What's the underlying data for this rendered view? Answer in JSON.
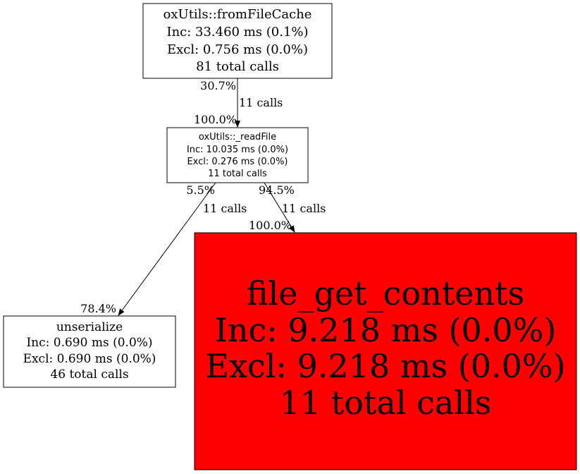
{
  "nodes": {
    "fromFileCache": {
      "name": "oxUtils::fromFileCache",
      "inc": "Inc: 33.460 ms (0.1%)",
      "excl": "Excl: 0.756 ms (0.0%)",
      "calls": "81 total calls",
      "fill": "#ffffff"
    },
    "readFile": {
      "name": "oxUtils::_readFile",
      "inc": "Inc: 10.035 ms (0.0%)",
      "excl": "Excl: 0.276 ms (0.0%)",
      "calls": "11 total calls",
      "fill": "#ffffff"
    },
    "unserialize": {
      "name": "unserialize",
      "inc": "Inc: 0.690 ms (0.0%)",
      "excl": "Excl: 0.690 ms (0.0%)",
      "calls": "46 total calls",
      "fill": "#ffffff"
    },
    "file_get_contents": {
      "name": "file_get_contents",
      "inc": "Inc: 9.218 ms (0.0%)",
      "excl": "Excl: 9.218 ms (0.0%)",
      "calls": "11 total calls",
      "fill": "#ff0000"
    }
  },
  "edges": [
    {
      "from": "fromFileCache",
      "to": "readFile",
      "tail": "30.7%",
      "label": "11 calls",
      "head": "100.0%"
    },
    {
      "from": "readFile",
      "to": "unserialize",
      "tail": "5.5%",
      "label": "11 calls",
      "head": "78.4%"
    },
    {
      "from": "readFile",
      "to": "file_get_contents",
      "tail": "94.5%",
      "label": "11 calls",
      "head": "100.0%"
    }
  ]
}
